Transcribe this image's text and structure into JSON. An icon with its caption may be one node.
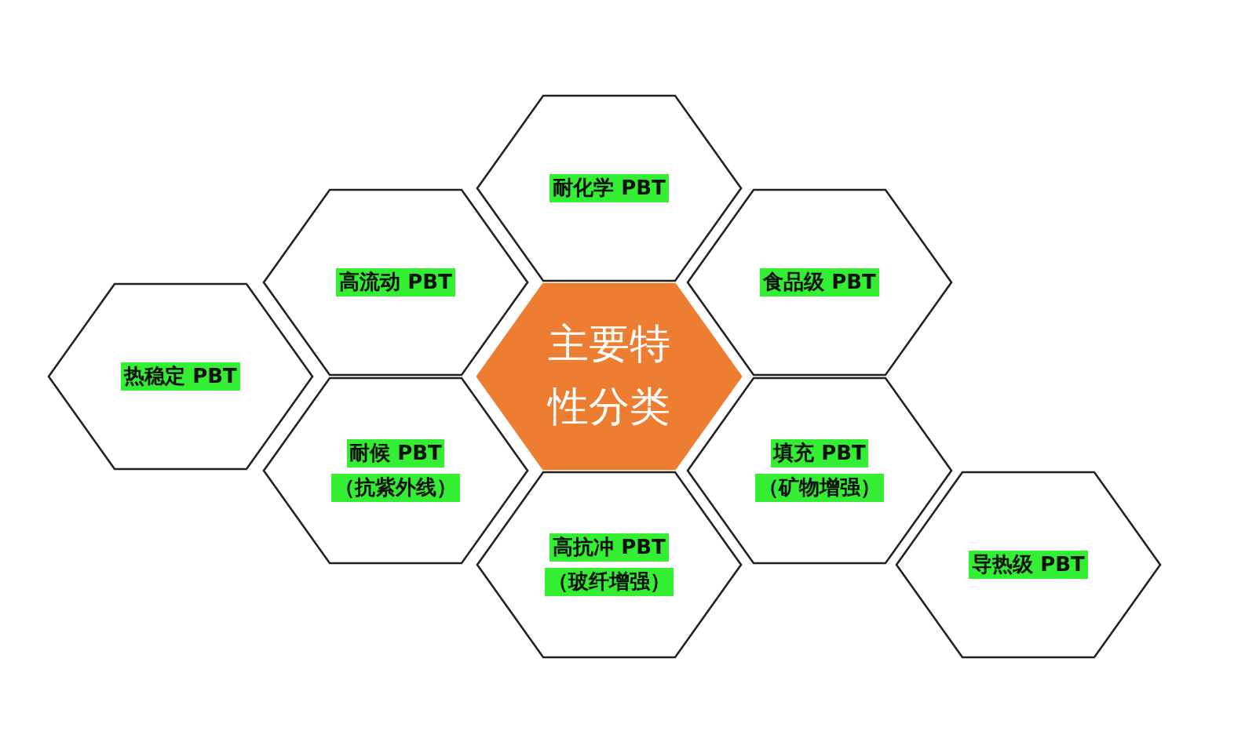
{
  "diagram": {
    "nodes": [
      {
        "text": [
          "耐化学 PBT"
        ]
      },
      {
        "text": [
          "高流动 PBT"
        ]
      },
      {
        "text": [
          "食品级 PBT"
        ]
      },
      {
        "text": [
          "热稳定 PBT"
        ]
      },
      {
        "text": [
          "主要特性分类"
        ]
      },
      {
        "text": [
          "耐候 PBT",
          "（抗紫外线）"
        ]
      },
      {
        "text": [
          "填充 PBT",
          "（矿物增强）"
        ]
      },
      {
        "text": [
          "高抗冲 PBT",
          "（玻纤增强）"
        ]
      },
      {
        "text": [
          "导热级 PBT"
        ]
      }
    ],
    "edges": []
  }
}
